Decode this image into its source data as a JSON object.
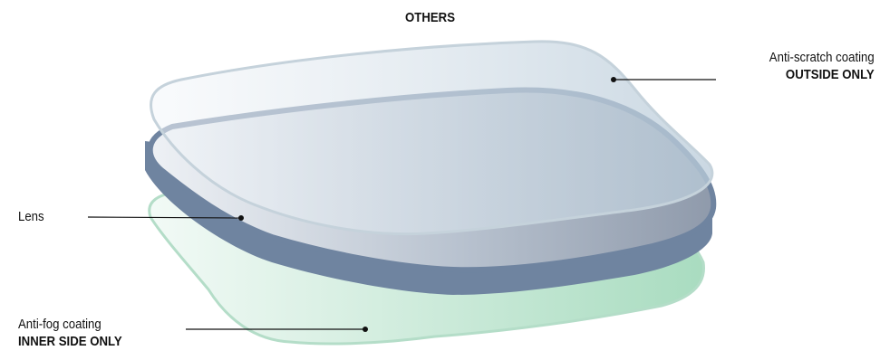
{
  "title": "OTHERS",
  "labels": {
    "anti_scratch": {
      "name": "Anti-scratch coating",
      "note": "OUTSIDE ONLY"
    },
    "lens": {
      "name": "Lens"
    },
    "anti_fog": {
      "name": "Anti-fog coating",
      "note": "INNER SIDE ONLY"
    }
  },
  "colors": {
    "scratch_layer": "#d8e2ea",
    "lens_body": "#a9b6c4",
    "lens_edge": "#6f84a0",
    "fog_layer": "#cfeadb",
    "leader_line": "#111111"
  }
}
